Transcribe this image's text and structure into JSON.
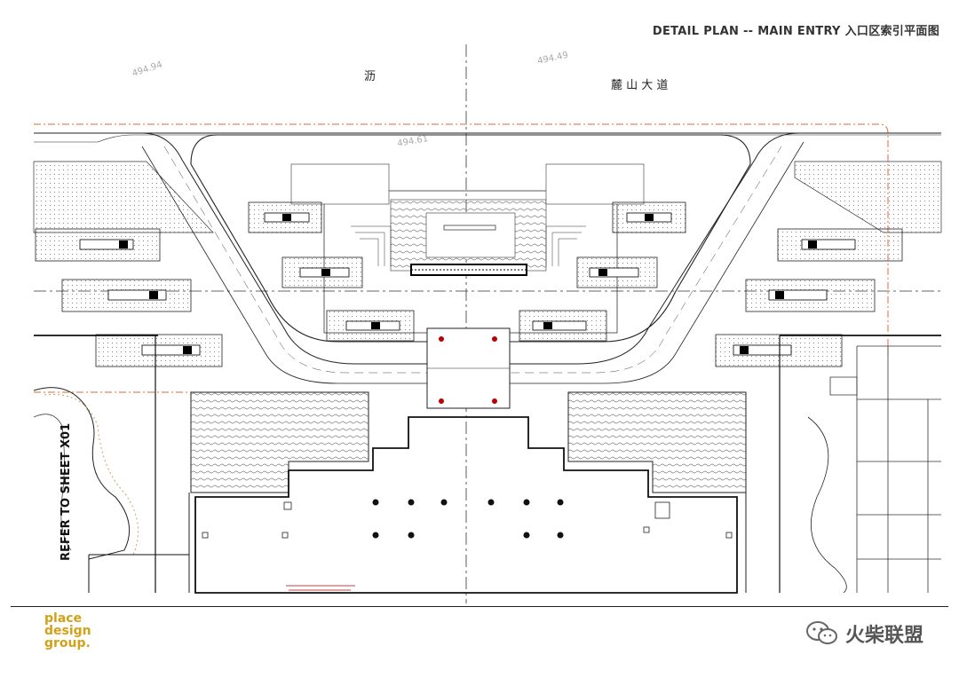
{
  "header": {
    "title": "DETAIL PLAN -- MAIN ENTRY 入口区索引平面图"
  },
  "plan": {
    "road_char_1": "沥",
    "road_name": "麓 山 大 道",
    "elev_1": "494.94",
    "elev_2": "494.49",
    "elev_3": "494.61",
    "refer_note": "REFER TO SHEET X01"
  },
  "footer": {
    "logo_lines": [
      "place",
      "design",
      "group."
    ],
    "watermark": "火柴联盟"
  },
  "colors": {
    "logo": "#d4a017",
    "boundary": "#e06a3a",
    "line": "#222222"
  }
}
